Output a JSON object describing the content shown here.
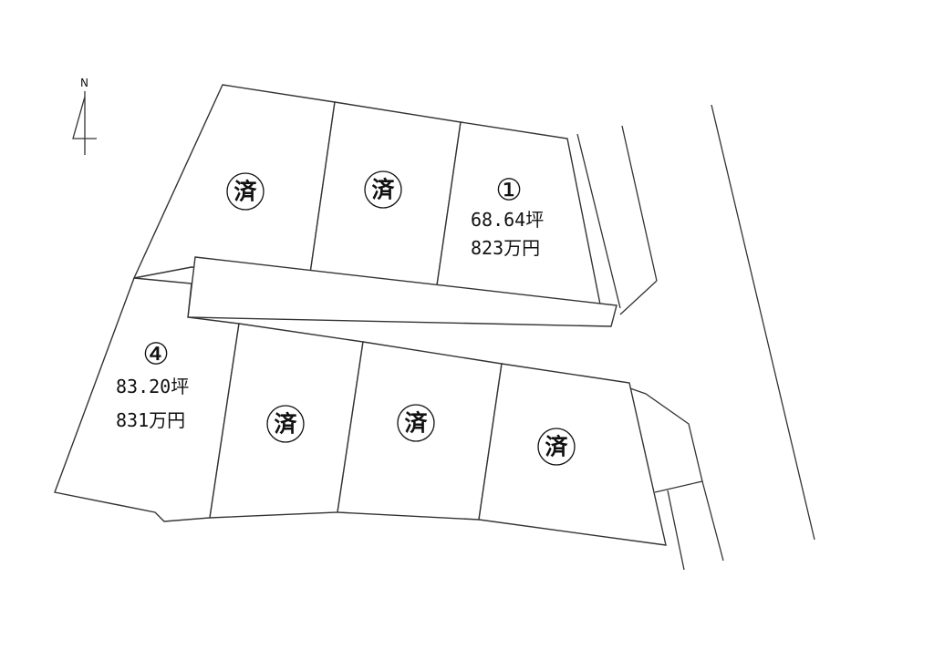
{
  "compass": {
    "label": "N"
  },
  "lots": [
    {
      "id": "top-left",
      "status": "済"
    },
    {
      "id": "top-middle",
      "status": "済"
    },
    {
      "id": "lot-1",
      "number": "①",
      "area": "68.64坪",
      "price": "823万円"
    },
    {
      "id": "lot-4",
      "number": "④",
      "area": "83.20坪",
      "price": "831万円"
    },
    {
      "id": "bottom-2",
      "status": "済"
    },
    {
      "id": "bottom-3",
      "status": "済"
    },
    {
      "id": "bottom-4",
      "status": "済"
    }
  ]
}
